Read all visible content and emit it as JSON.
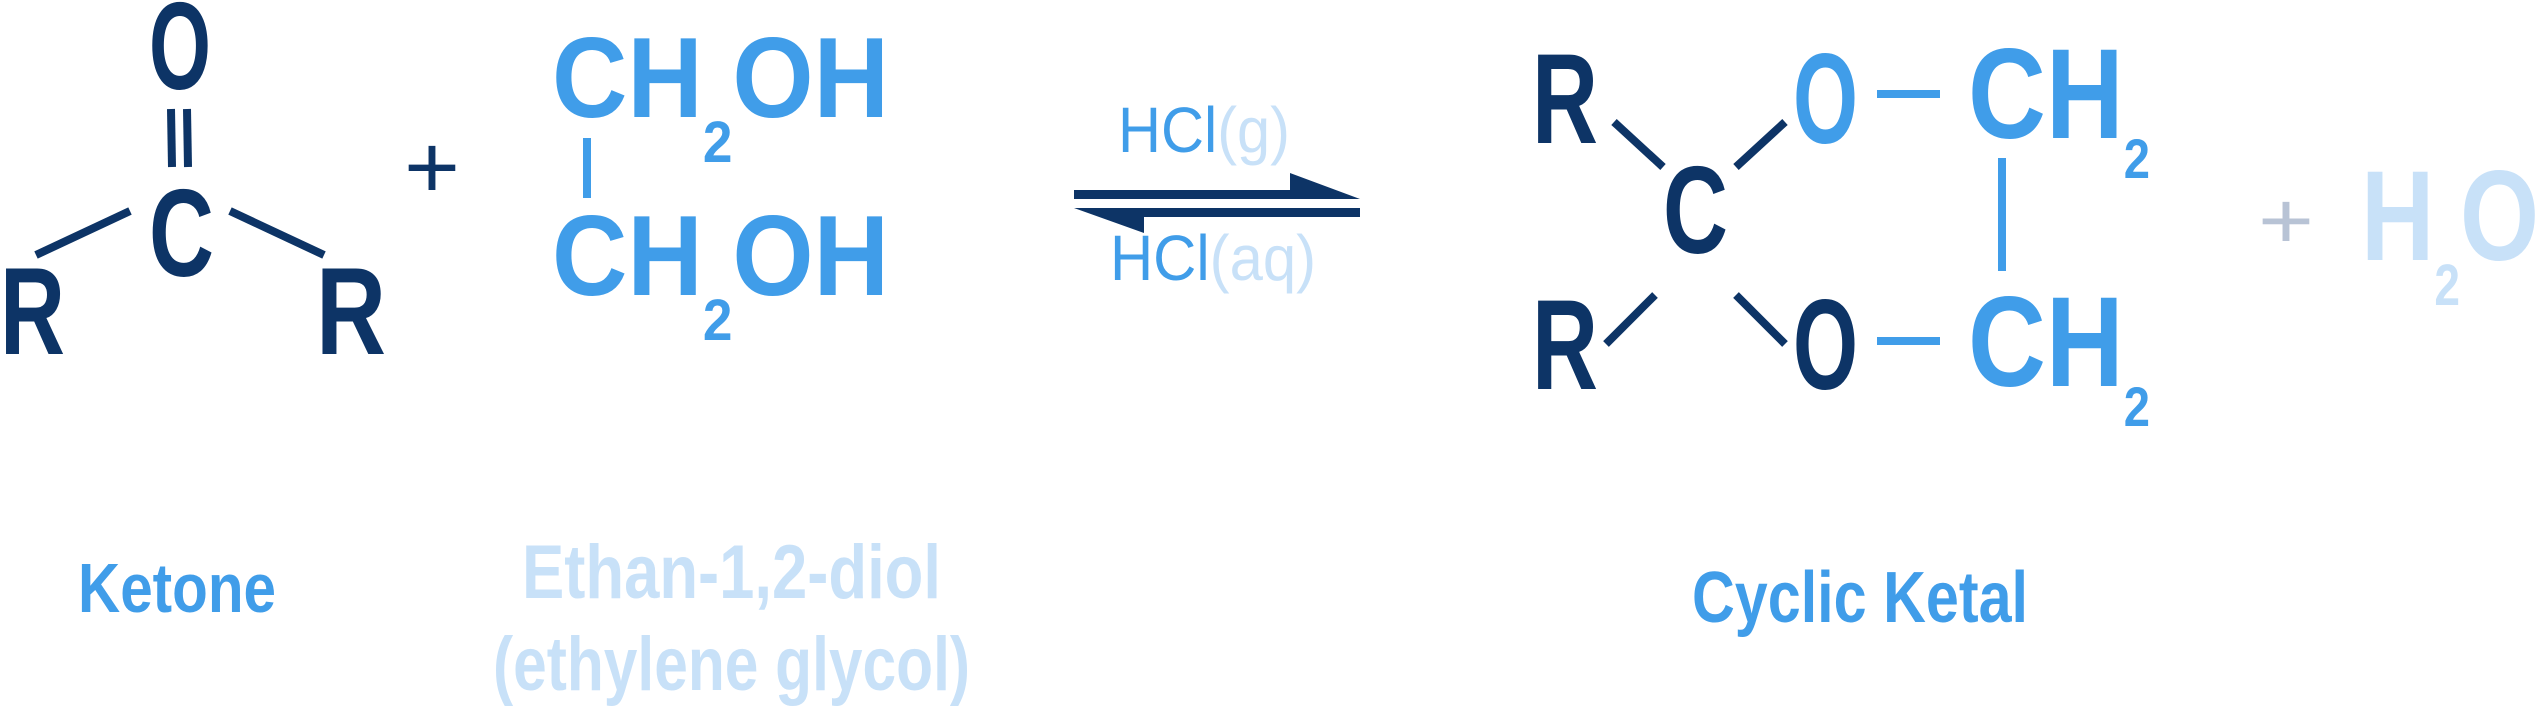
{
  "colors": {
    "dark": "#0d3466",
    "blue": "#409de9",
    "light": "#c8e1f8",
    "gray": "#b8c3d5"
  },
  "ketone": {
    "oxygen": "O",
    "carbon": "C",
    "r_left": "R",
    "r_right": "R",
    "label": "Ketone"
  },
  "plus1": "+",
  "diol": {
    "top": {
      "ch": "CH",
      "sub": "2",
      "oh": "OH"
    },
    "bottom": {
      "ch": "CH",
      "sub": "2",
      "oh": "OH"
    },
    "label_line1": "Ethan-1,2-diol",
    "label_line2": "(ethylene glycol)"
  },
  "conditions": {
    "forward_reagent": "HCl",
    "forward_state": "(g)",
    "reverse_reagent": "HCl",
    "reverse_state": "(aq)",
    "arrow": "equilibrium-arrows"
  },
  "ketal": {
    "r_top": "R",
    "r_bottom": "R",
    "carbon": "C",
    "o_top": "O",
    "o_bottom": "O",
    "ch_top": "CH",
    "sub_top": "2",
    "ch_bottom": "CH",
    "sub_bottom": "2",
    "label": "Cyclic Ketal"
  },
  "water": {
    "plus": "+",
    "h": "H",
    "sub": "2",
    "o": "O"
  }
}
